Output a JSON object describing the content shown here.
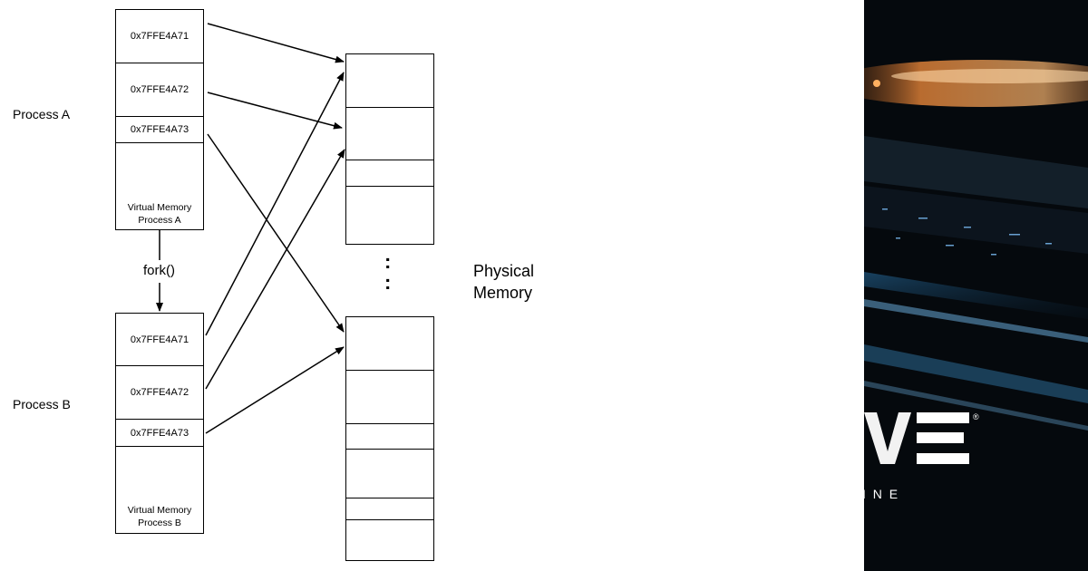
{
  "process_a": {
    "label": "Process A",
    "cells": [
      "0x7FFE4A71",
      "0x7FFE4A72",
      "0x7FFE4A73"
    ],
    "footer_line1": "Virtual Memory",
    "footer_line2": "Process A"
  },
  "process_b": {
    "label": "Process B",
    "cells": [
      "0x7FFE4A71",
      "0x7FFE4A72",
      "0x7FFE4A73"
    ],
    "footer_line1": "Virtual Memory",
    "footer_line2": "Process B"
  },
  "fork_label": "fork()",
  "physical_memory": {
    "label_line1": "Physical",
    "label_line2": "Memory",
    "ellipsis": ":"
  },
  "banner": {
    "logo_text": "VE",
    "registered_mark": "®",
    "tagline": "I N E",
    "colors": {
      "background": "#05090d",
      "streak_orange": "#f08a3a",
      "streak_blue": "#6fb6e8",
      "logo": "#ffffff"
    }
  }
}
